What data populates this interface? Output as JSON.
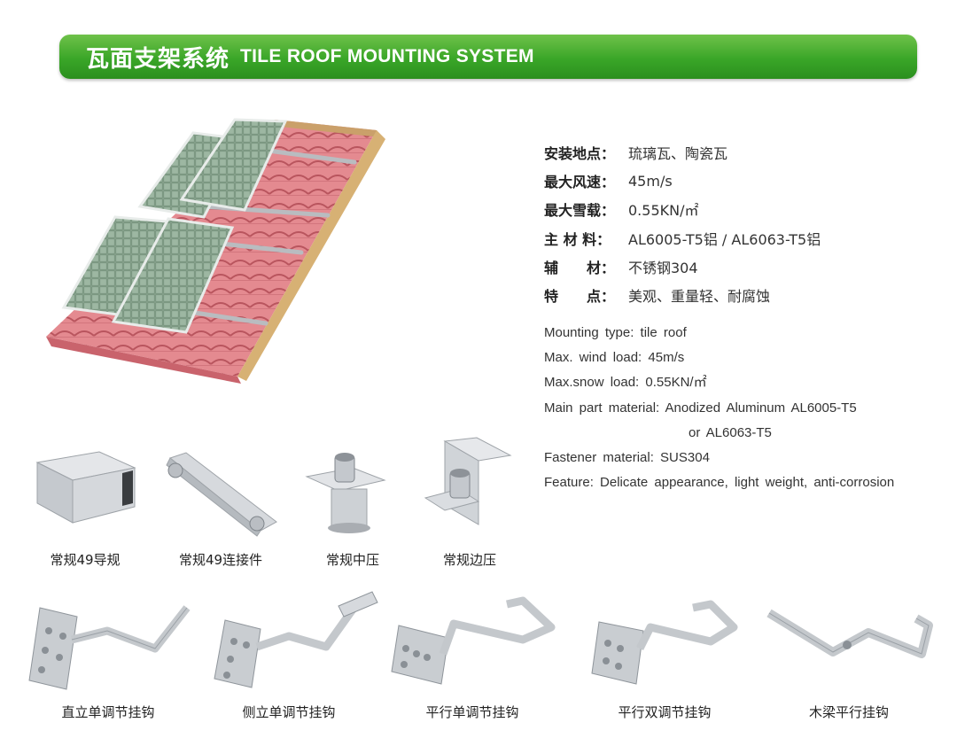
{
  "banner": {
    "title_cn": "瓦面支架系统",
    "title_en": "TILE ROOF MOUNTING SYSTEM"
  },
  "specs_cn": [
    {
      "label": "安装地点：",
      "value": "琉璃瓦、陶瓷瓦"
    },
    {
      "label": "最大风速：",
      "value": "45m/s"
    },
    {
      "label": "最大雪载：",
      "value": "0.55KN/㎡"
    },
    {
      "label": "主 材 料：",
      "value": "AL6005-T5铝  /  AL6063-T5铝"
    },
    {
      "label": "辅　　材：",
      "value": "不锈钢304"
    },
    {
      "label": "特　　点：",
      "value": "美观、重量轻、耐腐蚀"
    }
  ],
  "specs_en": [
    "Mounting type: tile roof",
    "Max. wind load: 45m/s",
    "Max.snow load: 0.55KN/㎡",
    "Main part material: Anodized Aluminum AL6005-T5",
    "or AL6063-T5",
    "Fastener material: SUS304",
    "Feature: Delicate appearance, light weight, anti-corrosion"
  ],
  "components": [
    "常规49导规",
    "常规49连接件",
    "常规中压",
    "常规边压"
  ],
  "hooks": [
    "直立单调节挂钩",
    "侧立单调节挂钩",
    "平行单调节挂钩",
    "平行双调节挂钩",
    "木梁平行挂钩"
  ],
  "colors": {
    "banner_green": "#3aa628",
    "tile_red": "#d9727a",
    "panel_green": "#7f9a84",
    "aluminum": "#c9ccd0"
  }
}
